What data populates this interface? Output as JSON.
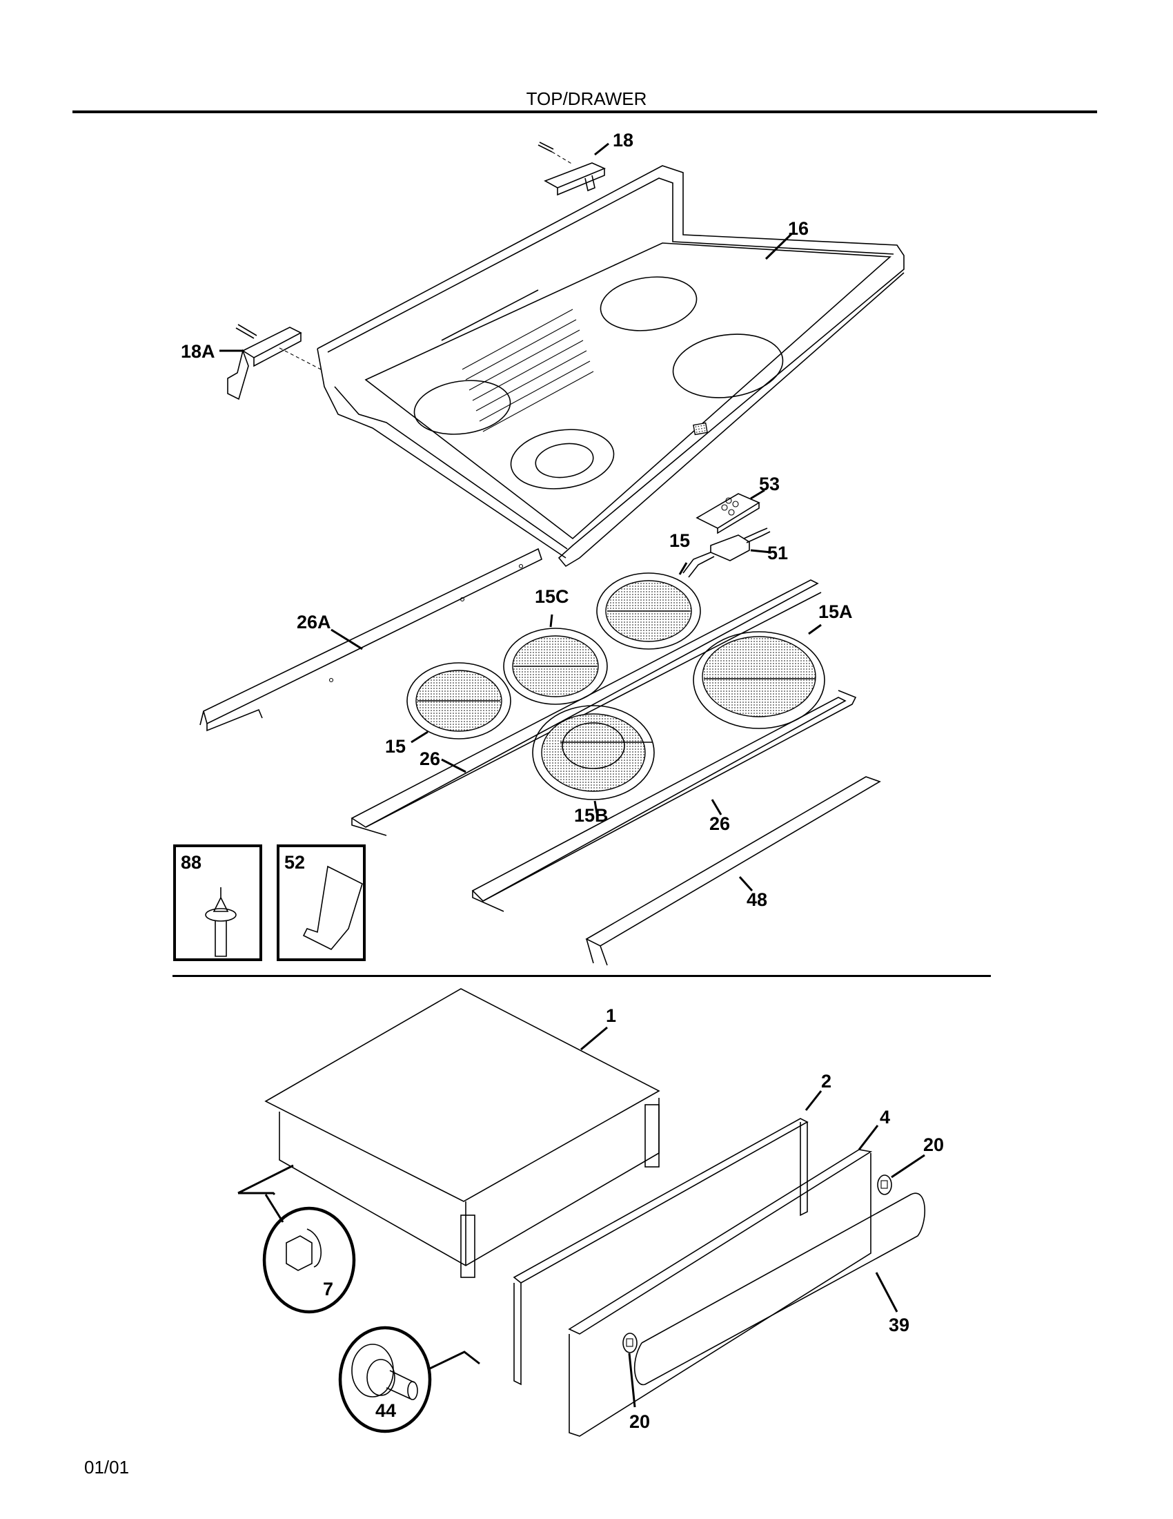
{
  "page": {
    "title": "TOP/DRAWER",
    "footer_code": "01/01"
  },
  "parts": {
    "p18": "18",
    "p18A": "18A",
    "p16": "16",
    "p53": "53",
    "p51": "51",
    "p15_rear": "15",
    "p15C": "15C",
    "p15A": "15A",
    "p26A": "26A",
    "p15_left": "15",
    "p26_left": "26",
    "p15B": "15B",
    "p26_right": "26",
    "p48": "48",
    "p88": "88",
    "p52": "52",
    "p1": "1",
    "p2": "2",
    "p4": "4",
    "p20_upper": "20",
    "p39": "39",
    "p7": "7",
    "p44": "44",
    "p20_lower": "20"
  }
}
